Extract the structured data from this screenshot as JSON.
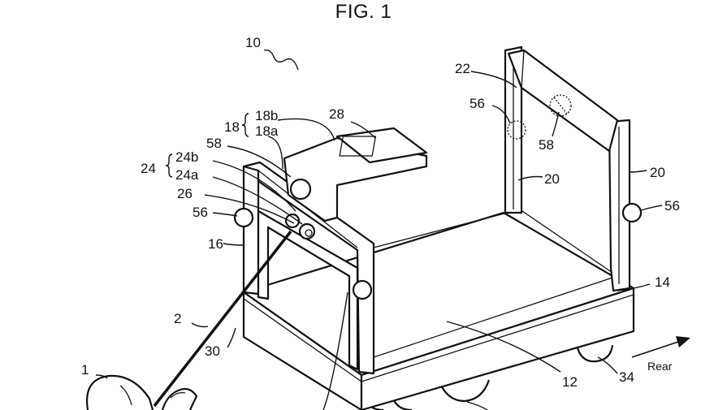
{
  "figure": {
    "title": "FIG. 1",
    "direction_label": "Rear"
  },
  "references": {
    "r1": "1",
    "r2": "2",
    "r10": "10",
    "r12": "12",
    "r14": "14",
    "r16": "16",
    "r18": "18",
    "r18a": "18a",
    "r18b": "18b",
    "r20a": "20",
    "r20b": "20",
    "r22": "22",
    "r24": "24",
    "r24a": "24a",
    "r24b": "24b",
    "r26": "26",
    "r28": "28",
    "r30": "30",
    "r34": "34",
    "r56a": "56",
    "r56b": "56",
    "r56c": "56",
    "r58a": "58",
    "r58b": "58"
  }
}
